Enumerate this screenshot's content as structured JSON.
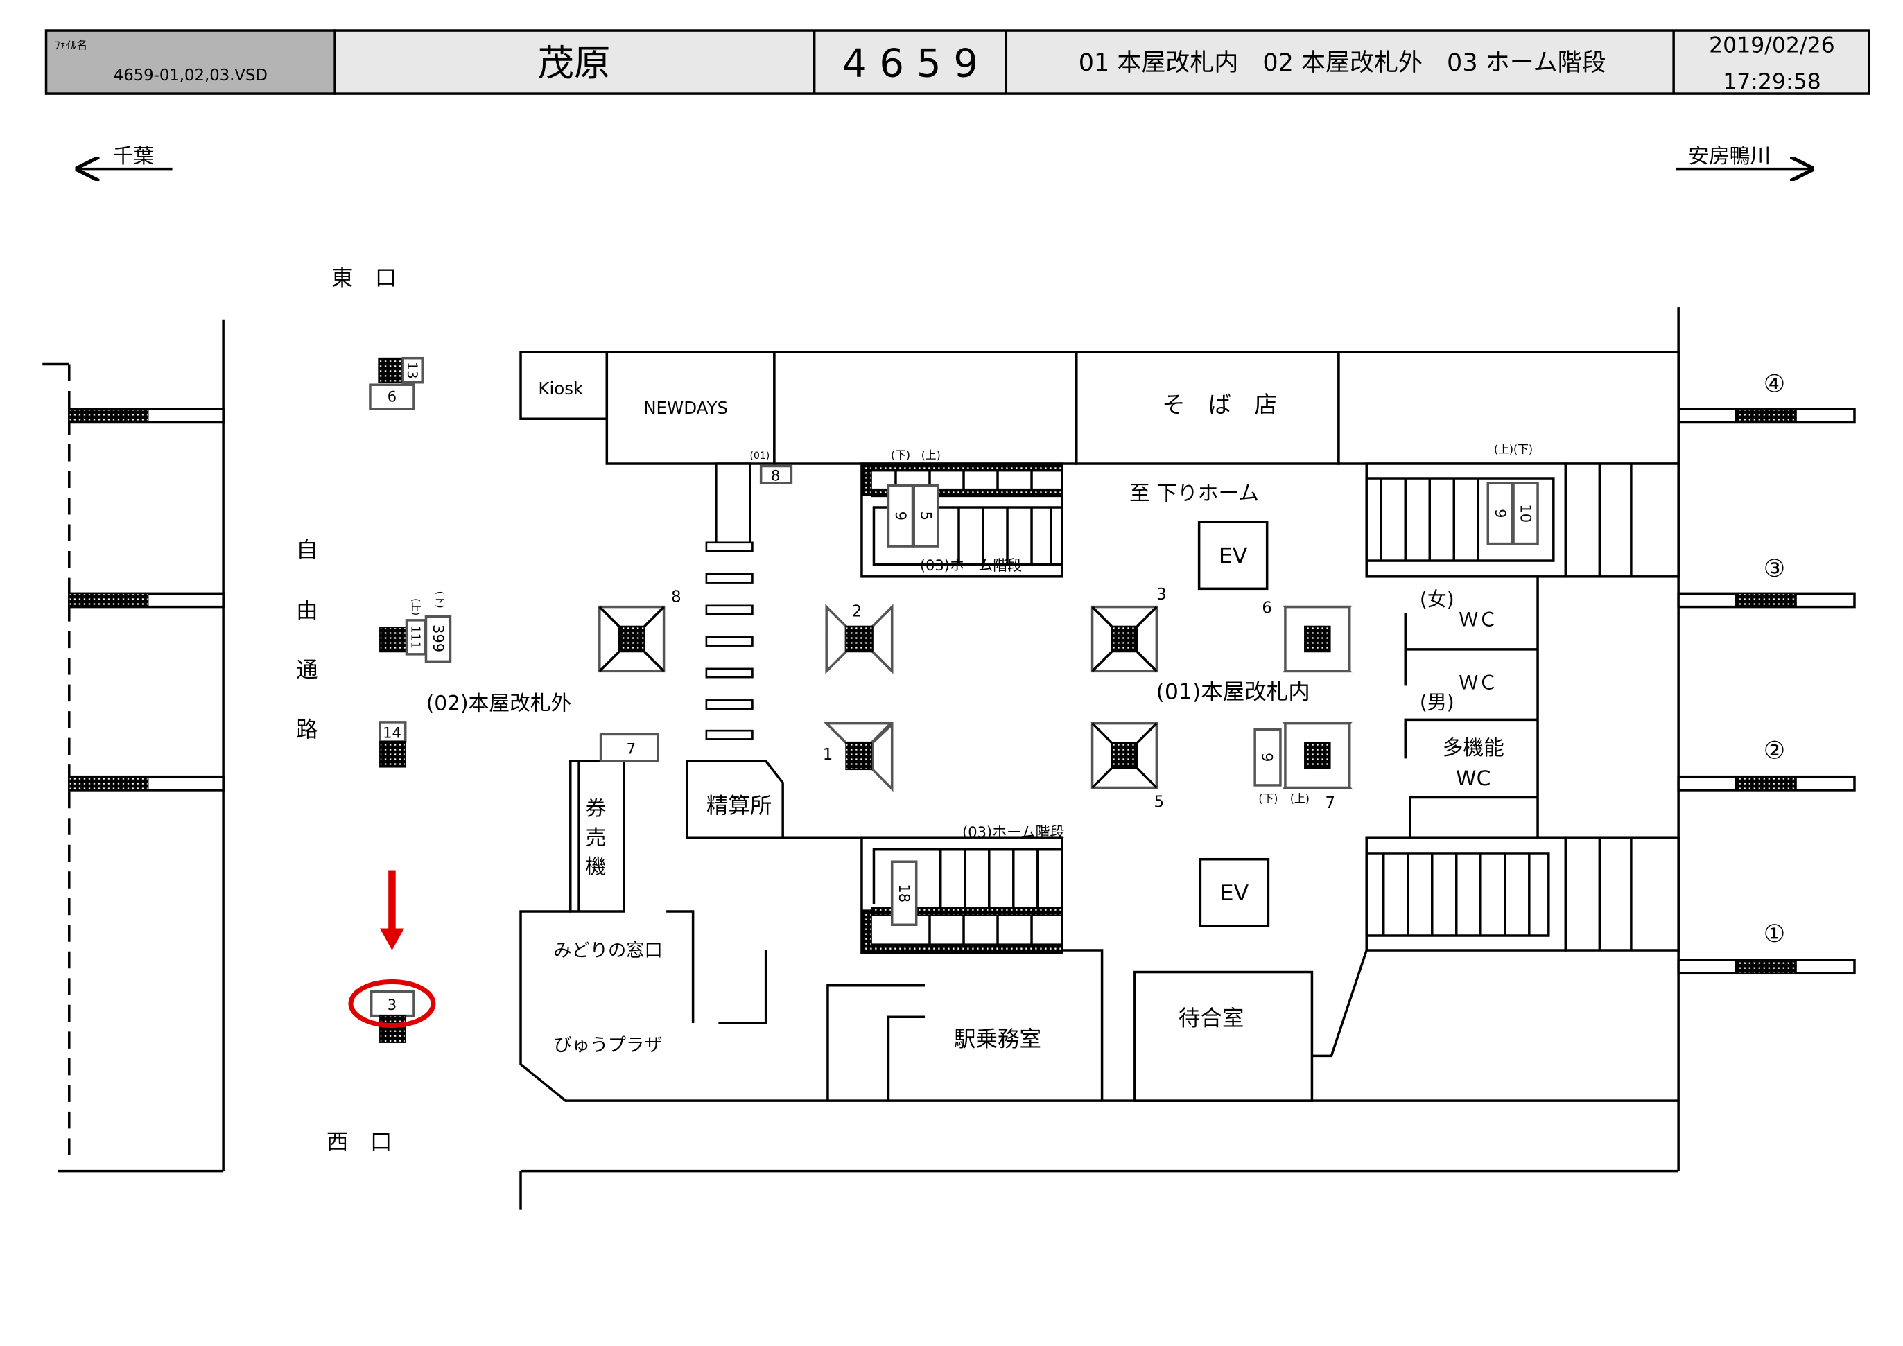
{
  "header": {
    "file_label": "ﾌｧｲﾙ名",
    "file_name": "4659-01,02,03.VSD",
    "station_name": "茂原",
    "station_code": "4 6 5 9",
    "areas": "01 本屋改札内　02 本屋改札外　03 ホーム階段",
    "date": "2019/02/26",
    "time": "17:29:58"
  },
  "directions": {
    "left": "千葉",
    "right": "安房鴨川"
  },
  "exits": {
    "east": "東　口",
    "west": "西　口"
  },
  "free_passage": [
    "自",
    "由",
    "通",
    "路"
  ],
  "platforms": [
    "④",
    "③",
    "②",
    "①"
  ],
  "shops": {
    "kiosk": "Kiosk",
    "newdays": "NEWDAYS",
    "soba": "そ　ば　店",
    "ticket_machine": [
      "券",
      "売",
      "機"
    ],
    "fare_adjustment": "精算所",
    "midori": "みどりの窓口",
    "view_plaza": "びゅうプラザ",
    "crew_room": "駅乗務室",
    "waiting_room": "待合室"
  },
  "areas": {
    "inside": "(01)本屋改札内",
    "outside": "(02)本屋改札外",
    "stairs_top": "(03)ホーム階段",
    "stairs_bottom": "(03)ホーム階段",
    "to_down_platform": "至 下りホーム",
    "ev": "EV",
    "wc_women": "(女)",
    "wc_men": "(男)",
    "wc": "ＷＣ",
    "multi_wc_1": "多機能",
    "multi_wc_2": "WC"
  },
  "marks": {
    "down": "(下)",
    "up": "(上)",
    "up_down": "(上)(下)",
    "code01": "(01)"
  },
  "signs": {
    "s6": "6",
    "s13": "13",
    "s8": "8",
    "s9a": "9",
    "s5": "5",
    "s9b": "9",
    "s10": "10",
    "s111": "111",
    "s399": "399",
    "s14": "14",
    "s7": "7",
    "s9c": "9",
    "s18": "18",
    "s3": "3"
  },
  "gates": [
    "8",
    "2",
    "1",
    "3",
    "5",
    "6",
    "7"
  ],
  "highlight_color": "#e00000"
}
